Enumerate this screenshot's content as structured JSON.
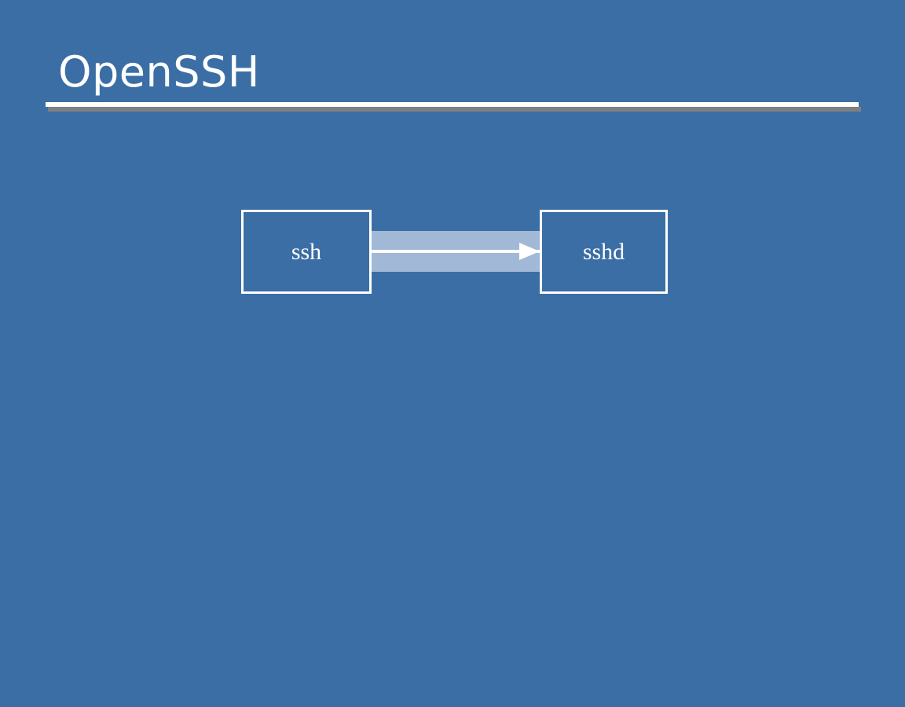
{
  "slide": {
    "title": "OpenSSH",
    "background_color": "#3b6ea5",
    "title_color": "#ffffff",
    "rule_color": "#ffffff",
    "rule_shadow_color": "#808080"
  },
  "diagram": {
    "type": "flow",
    "accent_band_color": "#a1b9d6",
    "node_border_color": "#ffffff",
    "arrow_color": "#ffffff",
    "nodes": [
      {
        "id": "ssh",
        "label": "ssh"
      },
      {
        "id": "sshd",
        "label": "sshd"
      }
    ],
    "connector": {
      "from": "ssh",
      "to": "sshd",
      "direction": "right",
      "bands": 2,
      "arrowhead": "triangle-right"
    }
  }
}
